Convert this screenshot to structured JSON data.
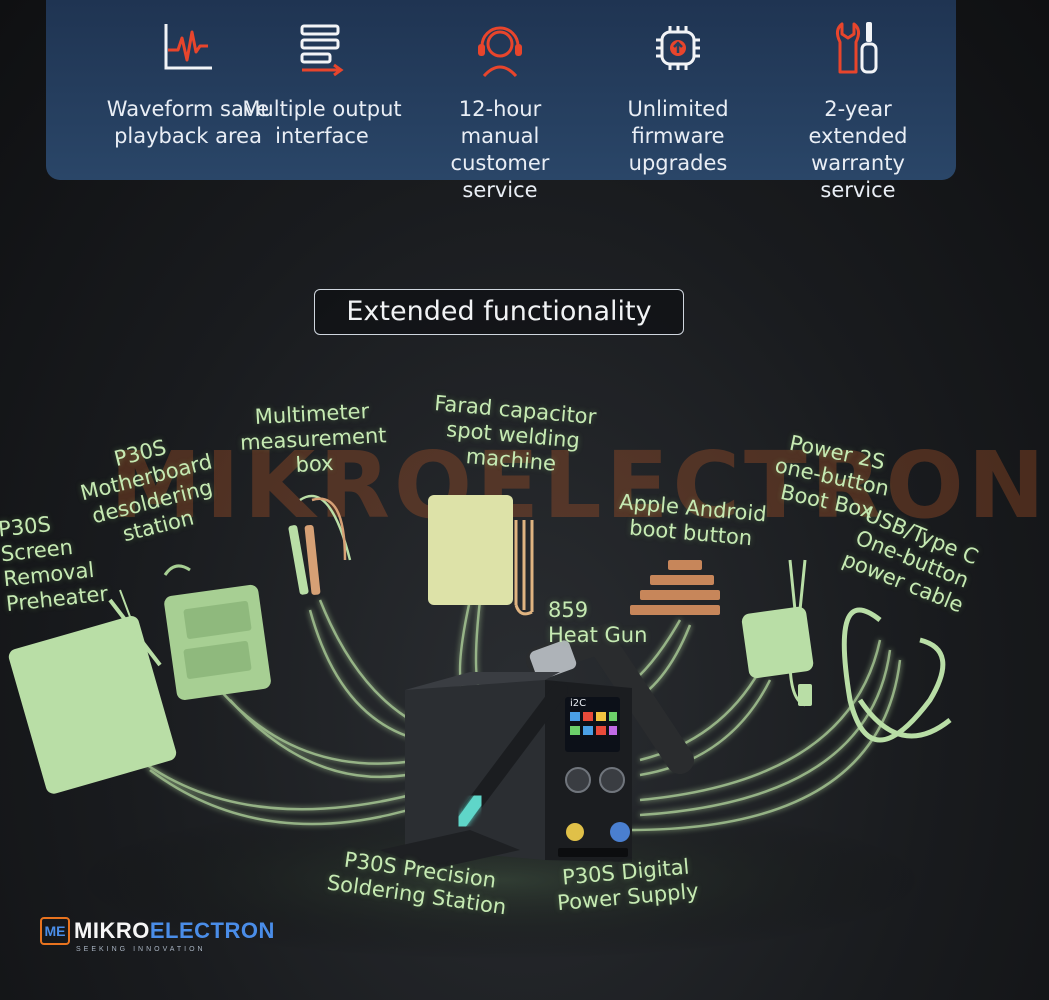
{
  "features": [
    {
      "icon": "waveform-icon",
      "label": "Waveform save\nplayback area"
    },
    {
      "icon": "output-interface-icon",
      "label": "Multiple output\ninterface"
    },
    {
      "icon": "customer-service-headset-icon",
      "label": "12-hour\nmanual\ncustomer service"
    },
    {
      "icon": "firmware-chip-icon",
      "label": "Unlimited\nfirmware\nupgrades"
    },
    {
      "icon": "warranty-tools-icon",
      "label": "2-year\nextended warranty\nservice"
    }
  ],
  "section_title": "Extended functionality",
  "callouts": {
    "preheater": "P30S\nScreen\nRemoval\nPreheater",
    "desoldering": "P30S\nMotherboard\ndesoldering\nstation",
    "multimeter": "Multimeter\nmeasurement\nbox",
    "farad": "Farad capacitor\nspot welding\nmachine",
    "apple_android": "Apple Android\nboot button",
    "heat_gun": "859\nHeat Gun",
    "power2s": "Power 2S\none-button\nBoot Box",
    "usb_cable": "USB/Type C\nOne-button\npower cable",
    "soldering_station": "P30S Precision\nSoldering Station",
    "power_supply": "P30S Digital\nPower Supply"
  },
  "watermark": "MIKROELECTRON",
  "logo": {
    "badge": "ME",
    "name_part1": "MIKRO",
    "name_part2": "ELECTRON",
    "tagline": "SEEKING INNOVATION"
  },
  "device_brand": "i2C",
  "colors": {
    "accent_red": "#e8452c",
    "banner_blue": "#24405f",
    "glow_green": "#c6eab3",
    "logo_orange": "#e8731f",
    "logo_blue": "#4a8de8"
  }
}
